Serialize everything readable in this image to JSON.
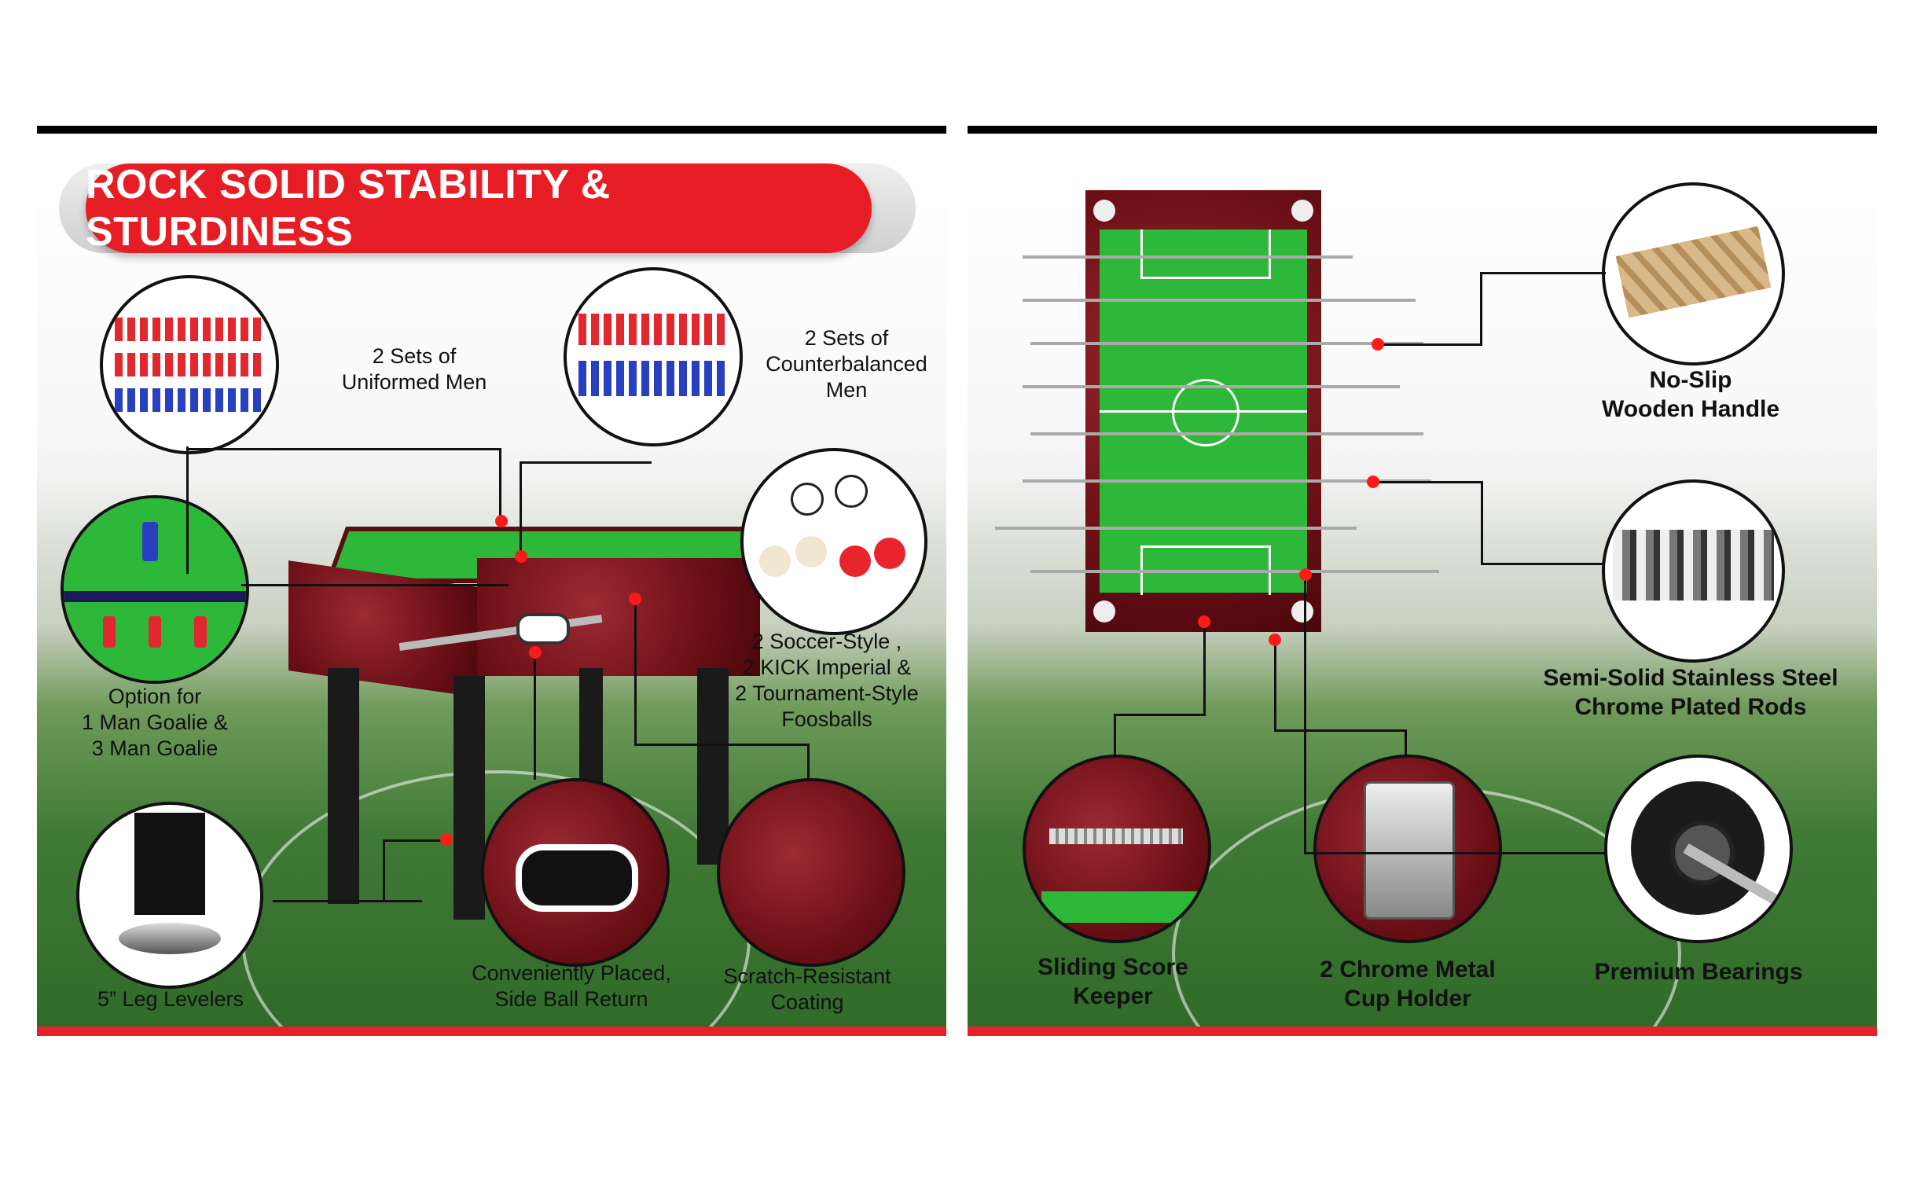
{
  "left_panel": {
    "title": "ROCK SOLID STABILITY & STURDINESS",
    "callouts": {
      "uniformed_men": "2 Sets of\nUniformed Men",
      "counterbalanced_men": "2 Sets of\nCounterbalanced\nMen",
      "goalie_option": "Option for\n1 Man Goalie &\n3 Man Goalie",
      "foosballs": "2 Soccer-Style ,\n2 KICK Imperial &\n2 Tournament-Style\nFoosballs",
      "leg_levelers": "5” Leg Levelers",
      "ball_return": "Conveniently Placed,\nSide Ball Return",
      "coating": "Scratch-Resistant\nCoating"
    }
  },
  "right_panel": {
    "callouts": {
      "handle": "No-Slip\nWooden Handle",
      "rods": "Semi-Solid Stainless Steel\nChrome Plated Rods",
      "score_keeper": "Sliding Score\nKeeper",
      "cup_holder": "2 Chrome Metal\nCup Holder",
      "bearings": "Premium Bearings"
    }
  },
  "colors": {
    "accent_red": "#e61d25",
    "bar_black": "#000000",
    "wood": "#7a1520",
    "field_green": "#2db83a"
  }
}
